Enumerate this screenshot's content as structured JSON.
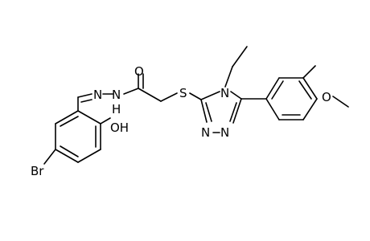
{
  "molecule": {
    "atoms": {
      "bromo": "Br",
      "hydroxyl": "OH",
      "imine_nitrogen": "N",
      "hydrazide_nitrogen": "N",
      "hydrazide_hydrogen": "H",
      "carbonyl_oxygen": "O",
      "thioether_sulfur": "S",
      "triazole_n4": "N",
      "triazole_n2": "N",
      "triazole_n1": "N",
      "methoxy_oxygen": "O"
    }
  }
}
